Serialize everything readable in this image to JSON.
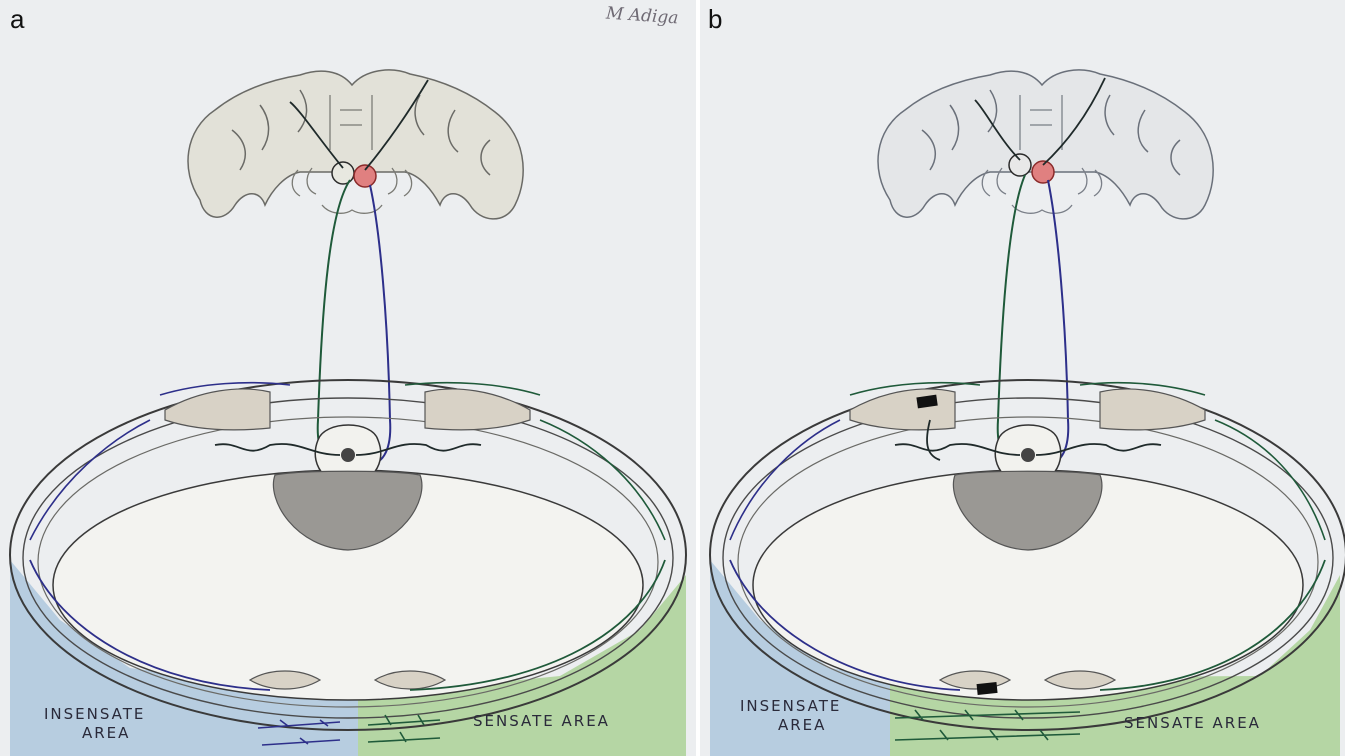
{
  "panels": {
    "a": {
      "letter": "a",
      "signature": "M Adiga",
      "insensate_label_line1": "INSENSATE",
      "insensate_label_line2": "AREA",
      "sensate_label": "SENSATE AREA"
    },
    "b": {
      "letter": "b",
      "insensate_label_line1": "INSENSATE",
      "insensate_label_line2": "AREA",
      "sensate_label": "SENSATE AREA"
    }
  },
  "colors": {
    "paper": "#eceef0",
    "insensate": "#b7cde0",
    "sensate": "#b5d6a4",
    "nerve_green": "#1f5a3a",
    "nerve_blue": "#2d2f8a",
    "thalamus_red": "#e08080",
    "outline": "#4a4a4a",
    "muscle": "#d8d2c6"
  },
  "icons": [
    "brain-coronal-section",
    "thalamus-nucleus",
    "trunk-cross-section",
    "nerve-block-marker"
  ]
}
